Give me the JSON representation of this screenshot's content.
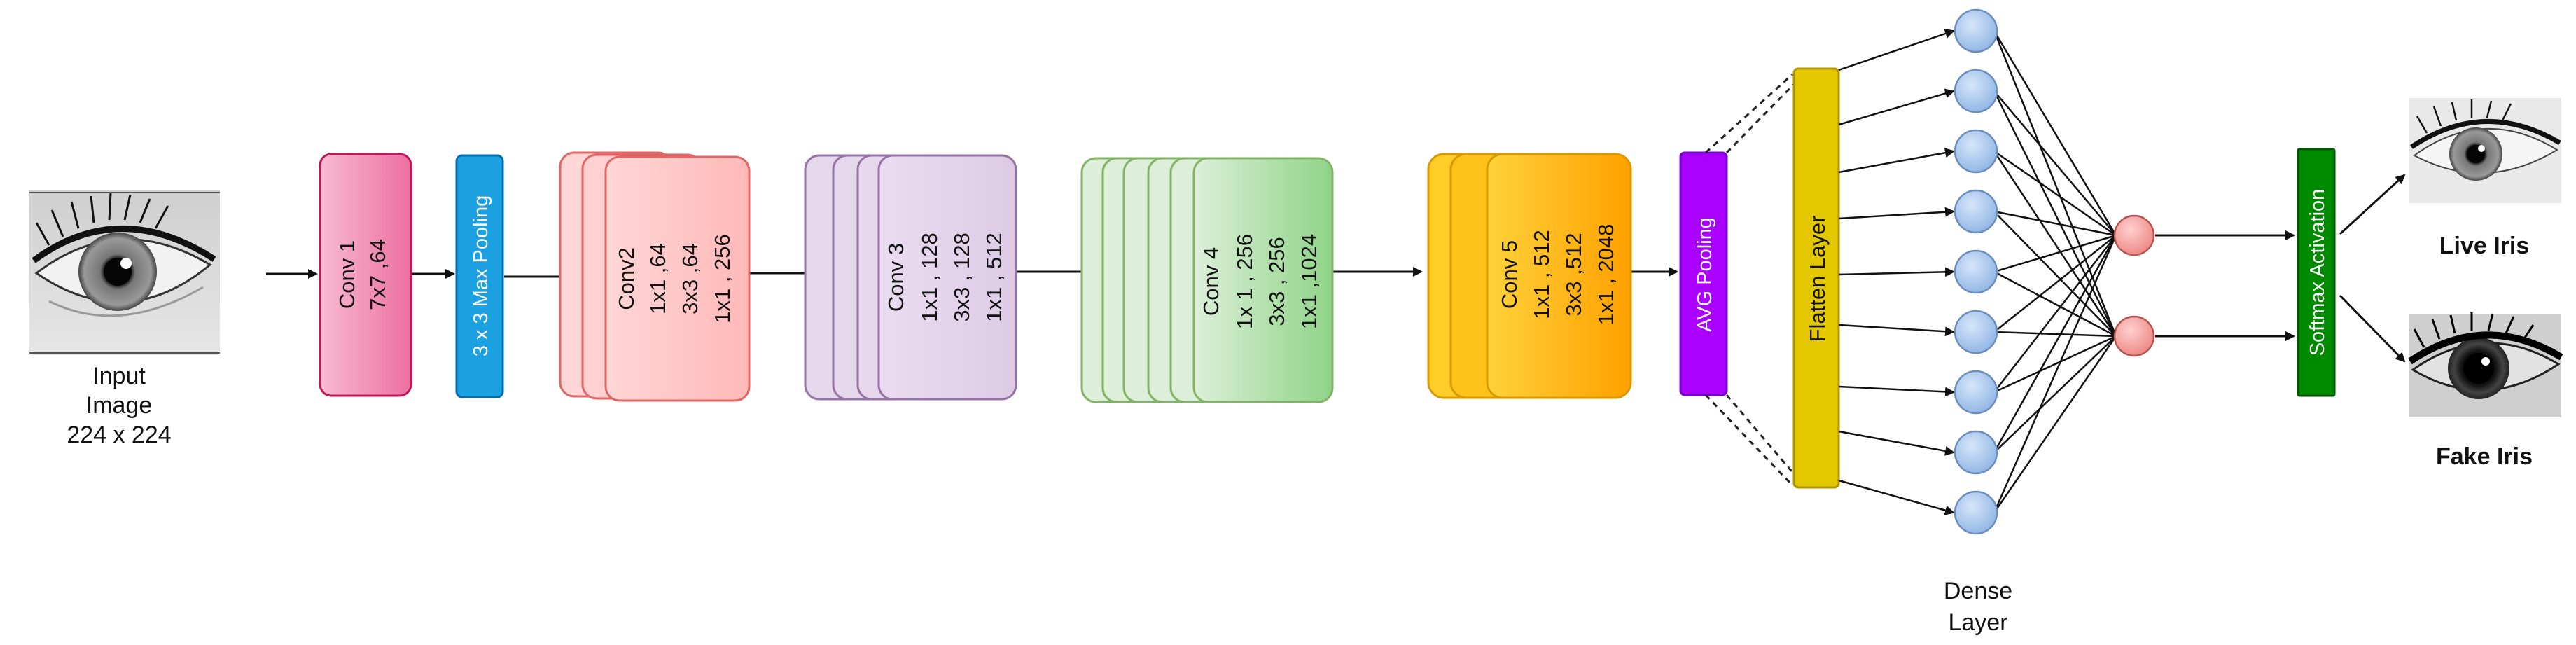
{
  "input": {
    "label_1": "Input",
    "label_2": "Image",
    "label_3": "224 x 224"
  },
  "conv1": {
    "title": "Conv 1",
    "line1": "7x7 ,64"
  },
  "maxpool": {
    "label": "3 x 3 Max Pooling"
  },
  "conv2": {
    "title": "Conv2",
    "line1": "1x1 ,64",
    "line2": "3x3 ,64",
    "line3": "1x1 , 256"
  },
  "conv3": {
    "title": "Conv 3",
    "line1": "1x1 , 128",
    "line2": "3x3 , 128",
    "line3": "1x1 , 512"
  },
  "conv4": {
    "title": "Conv 4",
    "line1": "1x 1 , 256",
    "line2": "3x3 , 256",
    "line3": "1x1 ,1024"
  },
  "conv5": {
    "title": "Conv 5",
    "line1": "1x1 , 512",
    "line2": "3x3 ,512",
    "line3": "1x1 , 2048"
  },
  "avgpool": {
    "label": "AVG Pooling"
  },
  "flatten": {
    "label": "Flatten Layer"
  },
  "dense": {
    "label_1": "Dense",
    "label_2": "Layer"
  },
  "softmax": {
    "label": "Softmax Activation"
  },
  "outputs": {
    "live": "Live Iris",
    "fake": "Fake Iris"
  },
  "colors": {
    "conv1_fill": "#f48fb1",
    "conv1_stroke": "#c2185b",
    "maxpool_fill": "#1ba1e2",
    "maxpool_stroke": "#006eaf",
    "conv2_fill": "#ffcdcd",
    "conv2_stroke": "#e06666",
    "conv3_fill": "#e1d5e7",
    "conv3_stroke": "#9673a6",
    "conv4_fill": "#d5e8d4",
    "conv4_stroke": "#82b366",
    "conv5_fill": "#ffcd28",
    "conv5_stroke": "#d79b00",
    "avgpool_fill": "#aa00ff",
    "avgpool_stroke": "#7700cc",
    "flatten_fill": "#e3c800",
    "flatten_stroke": "#b09500",
    "dense_node": "#a9c4eb",
    "dense_stroke": "#6c8ebf",
    "output_node": "#f19c99",
    "output_stroke": "#b85450",
    "softmax_fill": "#008a00",
    "softmax_stroke": "#005700"
  }
}
